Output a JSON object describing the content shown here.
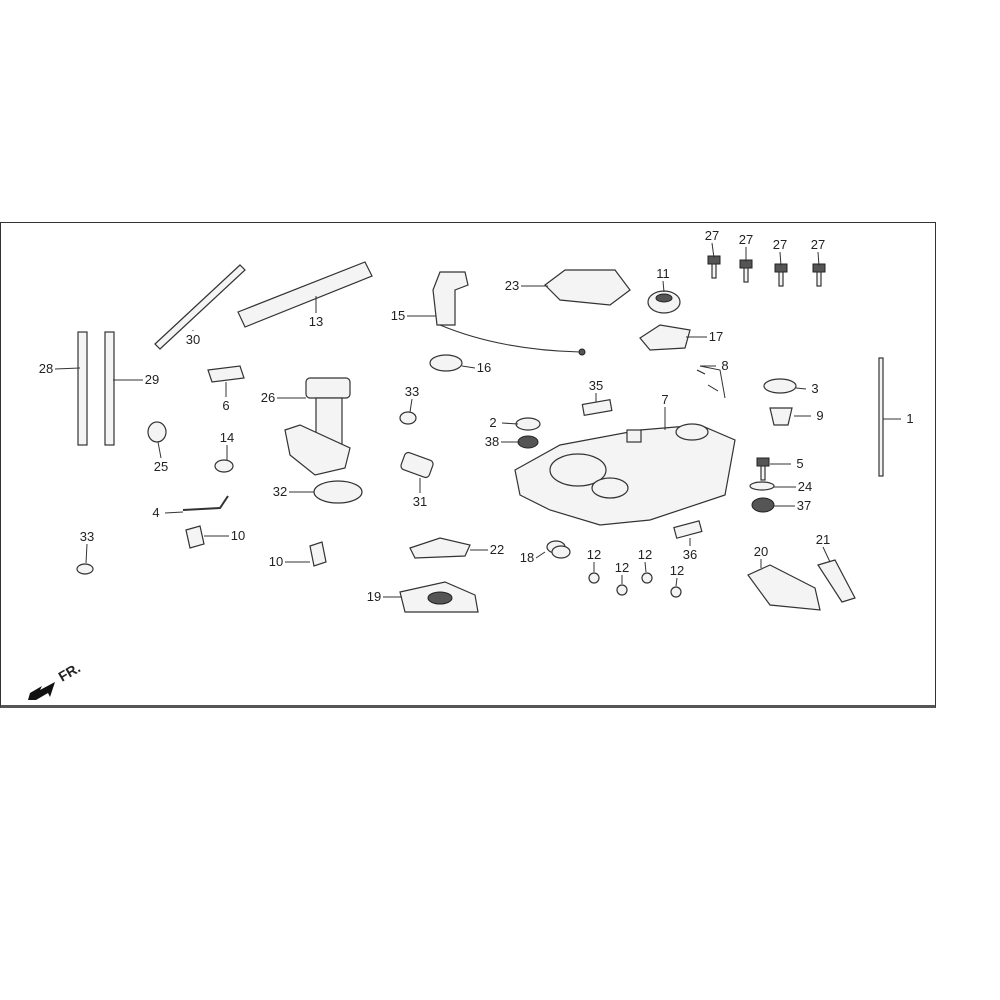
{
  "diagram": {
    "title": "Fuel tank exploded parts diagram",
    "callouts": [
      "27",
      "27",
      "27",
      "27",
      "23",
      "11",
      "30",
      "13",
      "15",
      "17",
      "28",
      "29",
      "16",
      "8",
      "3",
      "6",
      "26",
      "33",
      "35",
      "7",
      "9",
      "1",
      "2",
      "38",
      "14",
      "25",
      "5",
      "24",
      "31",
      "32",
      "37",
      "4",
      "10",
      "10",
      "33",
      "22",
      "36",
      "12",
      "12",
      "12",
      "12",
      "18",
      "20",
      "21",
      "19"
    ],
    "front_indicator": "FR."
  }
}
